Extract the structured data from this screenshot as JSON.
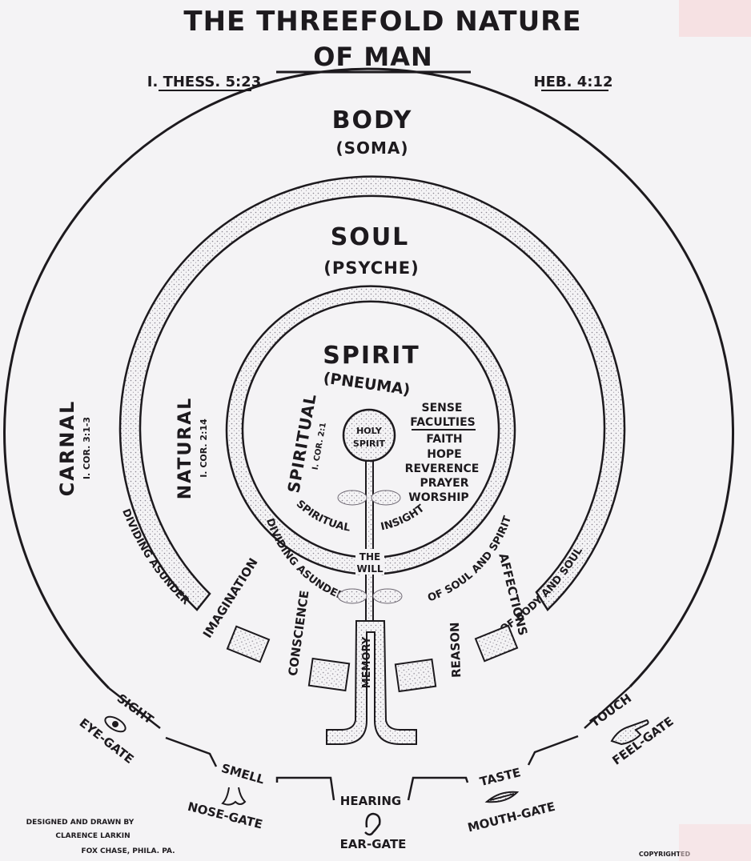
{
  "title_line1": "The Threefold Nature",
  "title_line2": "Of Man",
  "ref_left": "I. Thess. 5:23",
  "ref_right": "Heb. 4:12",
  "body": {
    "name": "Body",
    "greek": "(Soma)"
  },
  "soul": {
    "name": "Soul",
    "greek": "(Psyche)"
  },
  "spirit": {
    "name": "Spirit",
    "greek": "(Pneuma)"
  },
  "carnal": {
    "label": "Carnal",
    "ref": "I. Cor. 3:1-3"
  },
  "natural": {
    "label": "Natural",
    "ref": "I. Cor. 2:14"
  },
  "spiritual": {
    "label": "Spiritual",
    "ref": "I. Cor. 2:1"
  },
  "holy_spirit": {
    "line1": "Holy",
    "line2": "Spirit"
  },
  "sense_faculties": [
    "Sense",
    "Faculties"
  ],
  "spirit_faculties": [
    "Faith",
    "Hope",
    "Reverence",
    "Prayer",
    "Worship"
  ],
  "dividing_soul_spirit": [
    "Dividing Asunder",
    "of Soul and Spirit"
  ],
  "dividing_body_soul": [
    "Dividing Asunder",
    "of Body and Soul"
  ],
  "spiritual_insight": [
    "Spiritual",
    "Insight"
  ],
  "the_will": [
    "The",
    "Will"
  ],
  "memory": "Memory",
  "soul_faculties": [
    "Imagination",
    "Conscience",
    "Reason",
    "Affections"
  ],
  "gates": [
    {
      "sense": "Sight",
      "gate": "Eye-Gate",
      "icon": "eye-icon"
    },
    {
      "sense": "Smell",
      "gate": "Nose-Gate",
      "icon": "nose-icon"
    },
    {
      "sense": "Hearing",
      "gate": "Ear-Gate",
      "icon": "ear-icon"
    },
    {
      "sense": "Taste",
      "gate": "Mouth-Gate",
      "icon": "mouth-icon"
    },
    {
      "sense": "Touch",
      "gate": "Feel-Gate",
      "icon": "hand-icon"
    }
  ],
  "credit": [
    "Designed and Drawn by",
    "Clarence Larkin",
    "Fox Chase, Phila. Pa."
  ],
  "copyright": "Copyrighted",
  "colors": {
    "ink": "#1d1a1e",
    "paper": "#f4f3f5",
    "stipple": "#8a8590"
  }
}
